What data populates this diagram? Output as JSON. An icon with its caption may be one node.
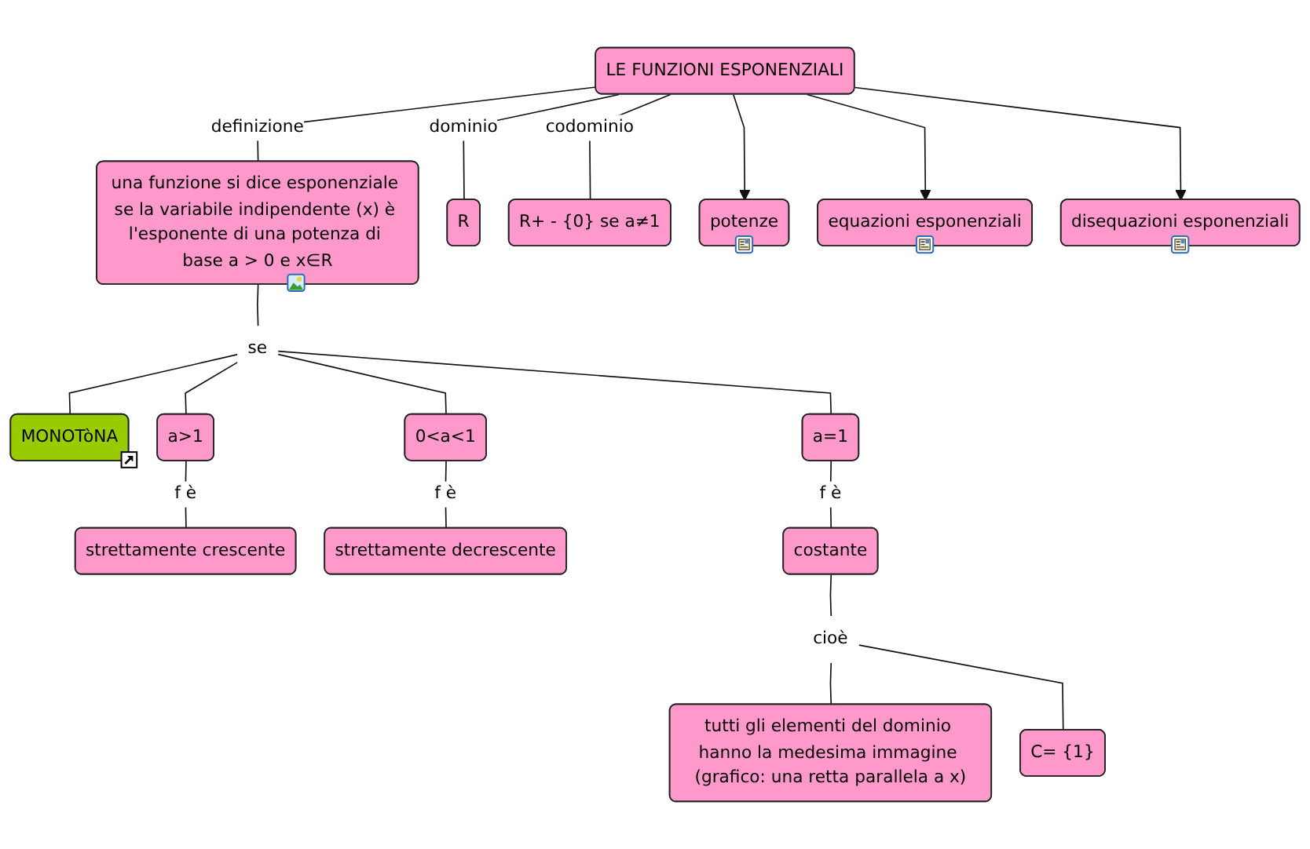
{
  "diagram": {
    "nodes": [
      {
        "text": [
          "LE FUNZIONI ESPONENZIALI"
        ]
      },
      {
        "text": [
          "potenze"
        ]
      },
      {
        "text": [
          "equazioni esponenziali"
        ]
      },
      {
        "text": [
          "una funzione si dice esponenziale se la variabile indipendente (x) è l'esponente di una potenza di base a > 0 e x∈R"
        ]
      },
      {
        "text": [
          "R"
        ]
      },
      {
        "text": [
          "R+ - {0} se a≠1"
        ]
      },
      {
        "text": [
          "disequazioni esponenziali"
        ]
      },
      {
        "text": [
          "se"
        ]
      },
      {
        "text": [
          "MONOTòNA"
        ]
      },
      {
        "text": [
          "a>1"
        ]
      },
      {
        "text": [
          "0<a<1"
        ]
      },
      {
        "text": [
          "a=1"
        ]
      },
      {
        "text": [
          "strettamente crescente"
        ]
      },
      {
        "text": [
          "strettamente decrescente"
        ]
      },
      {
        "text": [
          "costante"
        ]
      },
      {
        "text": [
          "cioè"
        ]
      },
      {
        "text": [
          "tutti gli elementi del dominio hanno la medesima immagine (grafico: una retta parallela a x)"
        ]
      },
      {
        "text": [
          "C= {1}"
        ]
      }
    ],
    "edges": [
      {
        "from": 0,
        "to": 3,
        "label": "definizione",
        "arrow": "none"
      },
      {
        "from": 0,
        "to": 4,
        "label": "dominio",
        "arrow": "none"
      },
      {
        "from": 0,
        "to": 5,
        "label": "codominio",
        "arrow": "none"
      },
      {
        "from": 0,
        "to": 1,
        "arrow": "to"
      },
      {
        "from": 0,
        "to": 2,
        "arrow": "to"
      },
      {
        "from": 0,
        "to": 6,
        "arrow": "to"
      },
      {
        "from": 3,
        "to": 7,
        "arrow": "none"
      },
      {
        "from": 7,
        "to": 8,
        "arrow": "none"
      },
      {
        "from": 7,
        "to": 9,
        "arrow": "none"
      },
      {
        "from": 7,
        "to": 10,
        "arrow": "none"
      },
      {
        "from": 7,
        "to": 11,
        "arrow": "none"
      },
      {
        "from": 9,
        "to": 12,
        "label": "f è",
        "arrow": "none"
      },
      {
        "from": 10,
        "to": 13,
        "label": "f è",
        "arrow": "none"
      },
      {
        "from": 11,
        "to": 14,
        "label": "f è",
        "arrow": "none"
      },
      {
        "from": 14,
        "to": 15,
        "arrow": "none"
      },
      {
        "from": 15,
        "to": 16,
        "arrow": "none"
      },
      {
        "from": 15,
        "to": 17,
        "arrow": "none"
      }
    ]
  }
}
